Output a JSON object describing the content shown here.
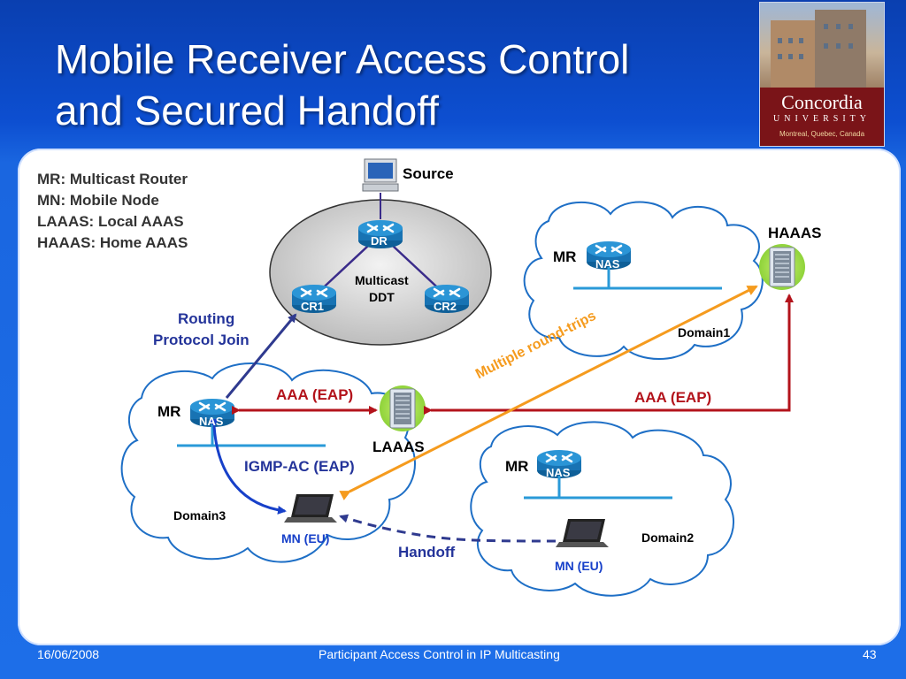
{
  "slide": {
    "title_line1": "Mobile Receiver Access Control",
    "title_line2": "and Secured Handoff",
    "footer_date": "16/06/2008",
    "footer_title": "Participant Access Control in IP Multicasting",
    "footer_page": "43"
  },
  "logo": {
    "brand": "Concordia",
    "university": "UNIVERSITY",
    "city": "Montreal, Quebec, Canada"
  },
  "legend": [
    "MR: Multicast Router",
    "MN: Mobile Node",
    "LAAAS: Local AAAS",
    "HAAAS: Home AAAS"
  ],
  "diagram": {
    "source_label": "Source",
    "ddt_label_1": "Multicast",
    "ddt_label_2": "DDT",
    "dr_label": "DR",
    "cr1_label": "CR1",
    "cr2_label": "CR2",
    "routing_join_1": "Routing",
    "routing_join_2": "Protocol Join",
    "haaas_label": "HAAAS",
    "laaas_label": "LAAAS",
    "mr_label": "MR",
    "nas_label": "NAS",
    "domain1": "Domain1",
    "domain2": "Domain2",
    "domain3": "Domain3",
    "aaa_eap": "AAA (EAP)",
    "igmp_ac": "IGMP-AC (EAP)",
    "multiple_round_trips": "Multiple round-trips",
    "mn_eu": "MN (EU)",
    "handoff": "Handoff"
  },
  "colors": {
    "router_blue": "#1f86c9",
    "dark_red_link": "#b3131b",
    "orange_link": "#f59b1e",
    "navy_link": "#2f3a8f",
    "blue_link": "#1740c9",
    "label_blue": "#24349a",
    "cloud_stroke": "#1e6fc6"
  }
}
